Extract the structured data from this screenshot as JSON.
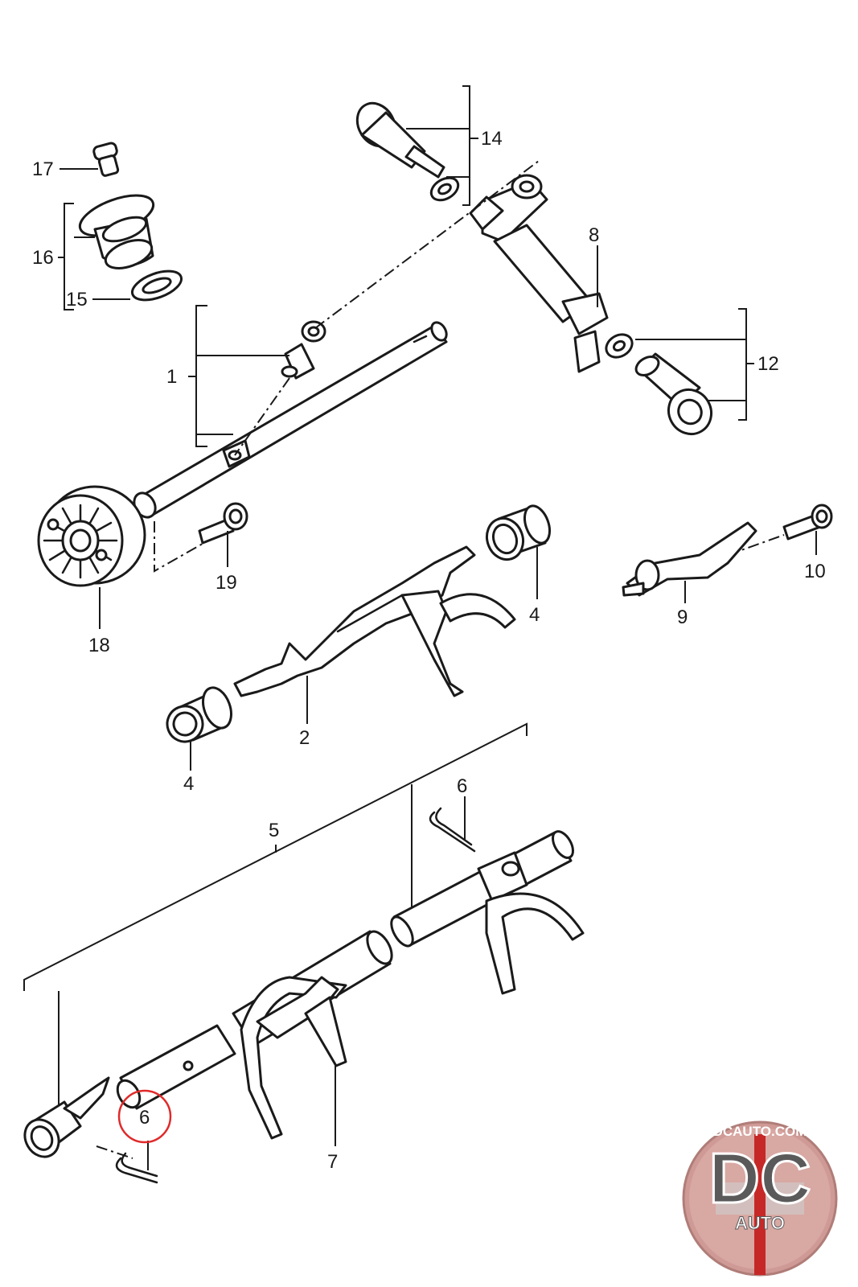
{
  "callouts": {
    "p1": "1",
    "p2": "2",
    "p4a": "4",
    "p4b": "4",
    "p5": "5",
    "p6a": "6",
    "p6b": "6",
    "p7": "7",
    "p8": "8",
    "p9": "9",
    "p10": "10",
    "p12": "12",
    "p14": "14",
    "p15": "15",
    "p16": "16",
    "p17": "17",
    "p18": "18",
    "p19": "19"
  },
  "highlight": {
    "label": "6",
    "color": "#e02a2a"
  },
  "logo": {
    "site": "DCAUTO.COM",
    "initials": "DC",
    "word": "AUTO",
    "accent": "#c62828"
  }
}
